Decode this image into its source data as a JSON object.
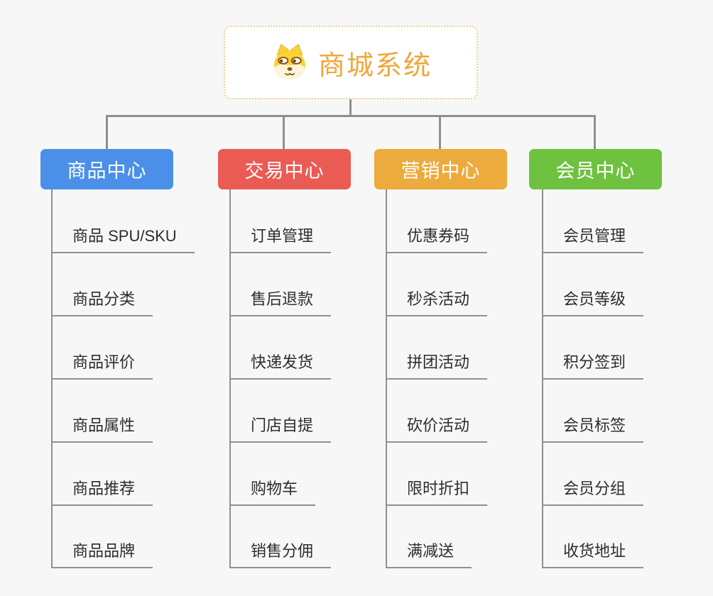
{
  "root": {
    "title": "商城系统",
    "icon": "shiba-dog-icon"
  },
  "colors": {
    "background": "#f7f7f7",
    "root_border": "#f2cd8a",
    "root_text": "#f0a73a",
    "connector_line": "#8f8f8f",
    "child_text": "#2d2d2d"
  },
  "branches": [
    {
      "label": "商品中心",
      "color": "#4a90e8",
      "items": [
        "商品 SPU/SKU",
        "商品分类",
        "商品评价",
        "商品属性",
        "商品推荐",
        "商品品牌"
      ]
    },
    {
      "label": "交易中心",
      "color": "#ea5b54",
      "items": [
        "订单管理",
        "售后退款",
        "快递发货",
        "门店自提",
        "购物车",
        "销售分佣"
      ]
    },
    {
      "label": "营销中心",
      "color": "#ecab3c",
      "items": [
        "优惠券码",
        "秒杀活动",
        "拼团活动",
        "砍价活动",
        "限时折扣",
        "满减送"
      ]
    },
    {
      "label": "会员中心",
      "color": "#6fc140",
      "items": [
        "会员管理",
        "会员等级",
        "积分签到",
        "会员标签",
        "会员分组",
        "收货地址"
      ]
    }
  ]
}
